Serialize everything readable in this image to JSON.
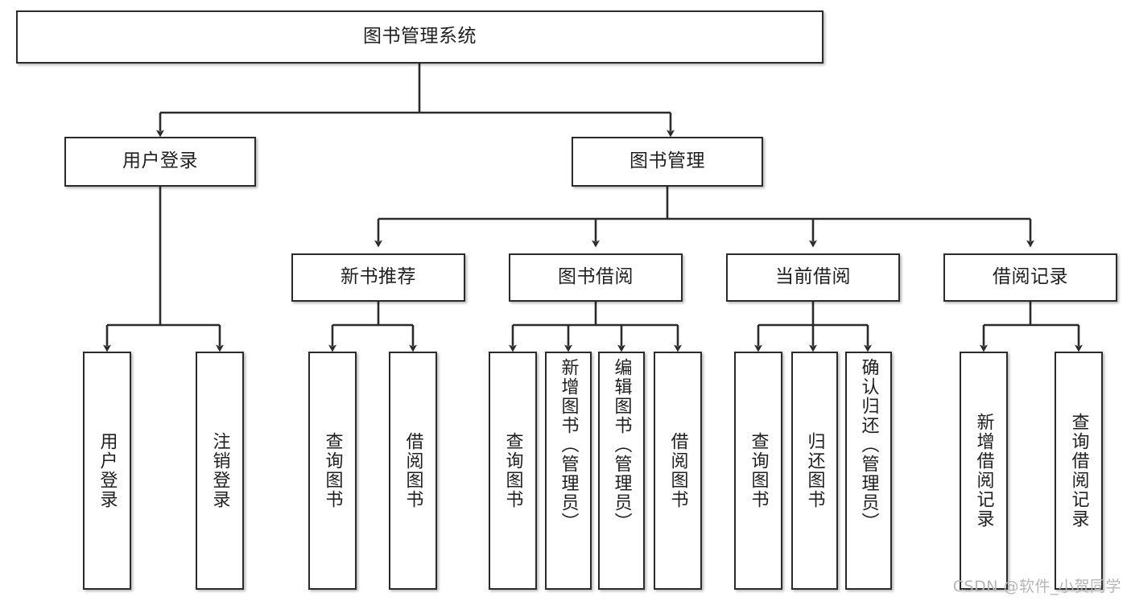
{
  "diagram": {
    "type": "tree-hierarchy",
    "title": "图书管理系统",
    "orientation": "top-down",
    "colors": {
      "box_border": "#2b2b2b",
      "box_fill": "#ffffff",
      "connector": "#2b2b2b",
      "text": "#1f1f1f",
      "watermark": "#b6b6b6",
      "background": "#ffffff"
    },
    "levels": {
      "root": {
        "label": "图书管理系统"
      },
      "level2": [
        {
          "label": "用户登录"
        },
        {
          "label": "图书管理"
        }
      ],
      "level3": [
        {
          "label": "新书推荐"
        },
        {
          "label": "图书借阅"
        },
        {
          "label": "当前借阅"
        },
        {
          "label": "借阅记录"
        }
      ],
      "leaves": {
        "user_login_children": [
          {
            "label": "用户登录"
          },
          {
            "label": "注销登录"
          }
        ],
        "new_book_children": [
          {
            "label": "查询图书"
          },
          {
            "label": "借阅图书"
          }
        ],
        "book_borrow_children": [
          {
            "label": "查询图书"
          },
          {
            "label": "新增图书（管理员）"
          },
          {
            "label": "编辑图书（管理员）"
          },
          {
            "label": "借阅图书"
          }
        ],
        "current_borrow_children": [
          {
            "label": "查询图书"
          },
          {
            "label": "归还图书"
          },
          {
            "label": "确认归还（管理员）"
          }
        ],
        "borrow_record_children": [
          {
            "label": "新增借阅记录"
          },
          {
            "label": "查询借阅记录"
          }
        ]
      }
    }
  },
  "watermark": {
    "text": "CSDN @软件_小贺同学"
  }
}
